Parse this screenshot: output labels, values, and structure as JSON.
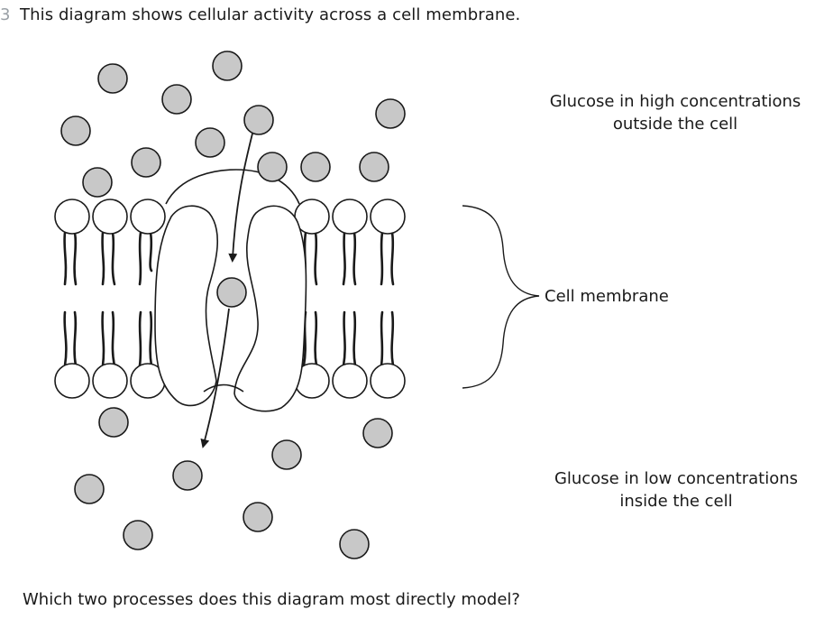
{
  "question": {
    "number": "3",
    "intro": "This diagram shows cellular activity across a cell membrane.",
    "prompt": "Which two processes does this diagram most directly model?"
  },
  "diagram": {
    "label_outside": [
      "Glucose in high concentrations",
      "outside the cell"
    ],
    "label_membrane": "Cell membrane",
    "label_inside": [
      "Glucose in low concentrations",
      "inside the cell"
    ],
    "colors": {
      "molecule_fill": "#c8c8c8",
      "stroke": "#1a1a1a",
      "background": "#ffffff"
    }
  }
}
